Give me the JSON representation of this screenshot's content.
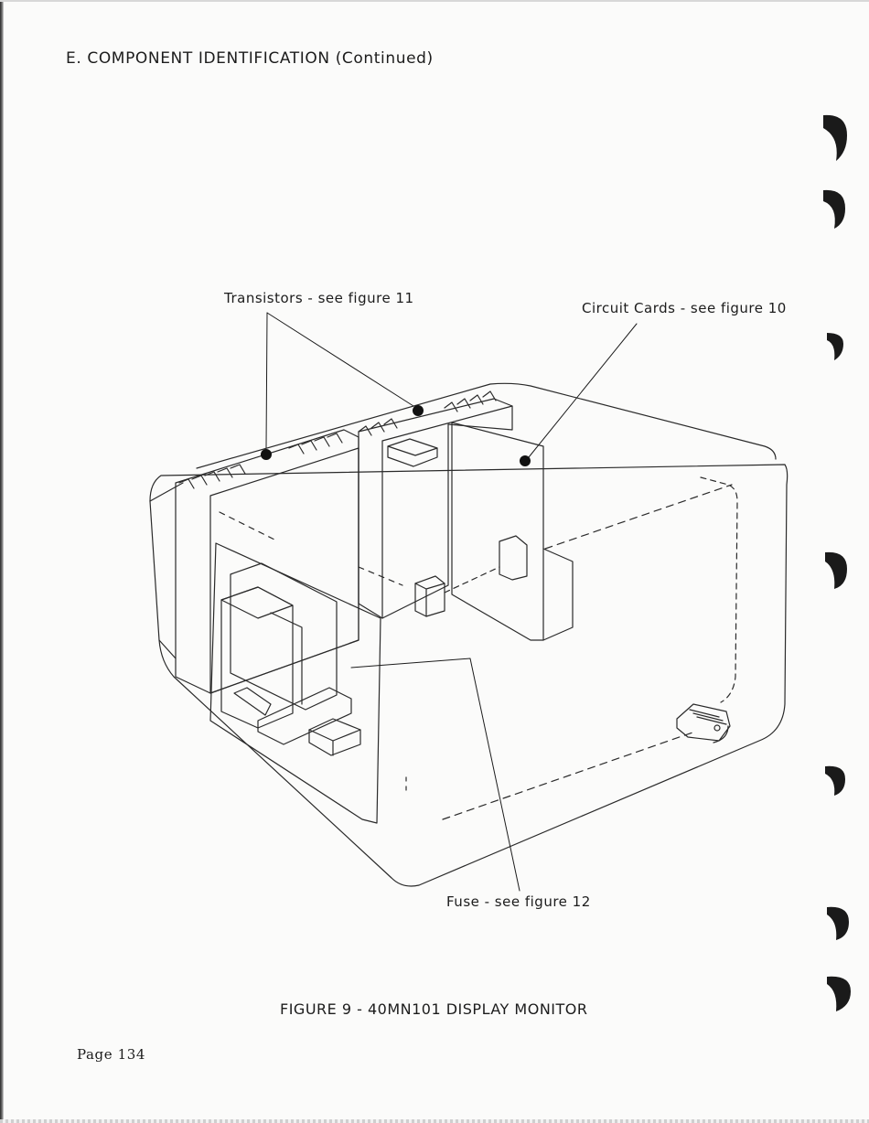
{
  "header": {
    "section_title": "E. COMPONENT IDENTIFICATION (Continued)"
  },
  "figure": {
    "callouts": {
      "transistors": "Transistors - see figure 11",
      "circuit_cards": "Circuit Cards - see figure 10",
      "fuse": "Fuse - see figure 12"
    },
    "caption": "FIGURE 9 - 40MN101 DISPLAY MONITOR"
  },
  "footer": {
    "page_number": "Page 134"
  }
}
